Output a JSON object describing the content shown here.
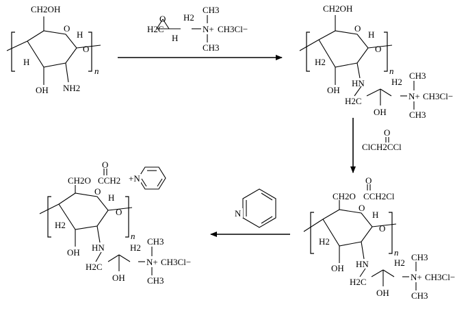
{
  "mol1": {
    "ch2oh": "CH2OH",
    "o": "O",
    "h1": "H",
    "h2": "H",
    "oh": "OH",
    "nh2": "NH2",
    "n": "n"
  },
  "reagent1": {
    "h2c": "H2C",
    "ring_o": "O",
    "h": "H",
    "h2": "H2",
    "ch3_top": "CH3",
    "ch3_bottom": "CH3",
    "n_plus": "N+",
    "ch3cl": "CH3Cl−"
  },
  "mol2": {
    "ch2oh": "CH2OH",
    "o": "O",
    "h1": "H",
    "h2": "H2",
    "oh": "OH",
    "hn": "HN",
    "h2c": "H2C",
    "oh2": "OH",
    "ch3_top": "CH3",
    "ch3_bottom": "CH3",
    "n_plus": "N+",
    "ch3cl": "CH3Cl−",
    "n": "n"
  },
  "reagent2": {
    "o": "O",
    "formula": "ClCH2CCl"
  },
  "mol3": {
    "ester": "CH2O",
    "co": "O",
    "ch2cl": "CCH2Cl",
    "o": "O",
    "h1": "H",
    "h2": "H2",
    "oh": "OH",
    "hn": "HN",
    "h2c": "H2C",
    "oh2": "OH",
    "ch3_top": "CH3",
    "ch3_bottom": "CH3",
    "n_plus": "N+",
    "ch3cl": "CH3Cl−",
    "n": "n"
  },
  "reagent3": {
    "n": "N"
  },
  "mol4": {
    "ester": "CH2O",
    "co": "O",
    "link": "CCH2",
    "pyr_n": "+N",
    "o": "O",
    "h1": "H",
    "h2": "H2",
    "oh": "OH",
    "hn": "HN",
    "h2c": "H2C",
    "oh2": "OH",
    "ch3_top": "CH3",
    "ch3_bottom": "CH3",
    "n_plus": "N+",
    "ch3cl": "CH3Cl−",
    "n": "n"
  }
}
